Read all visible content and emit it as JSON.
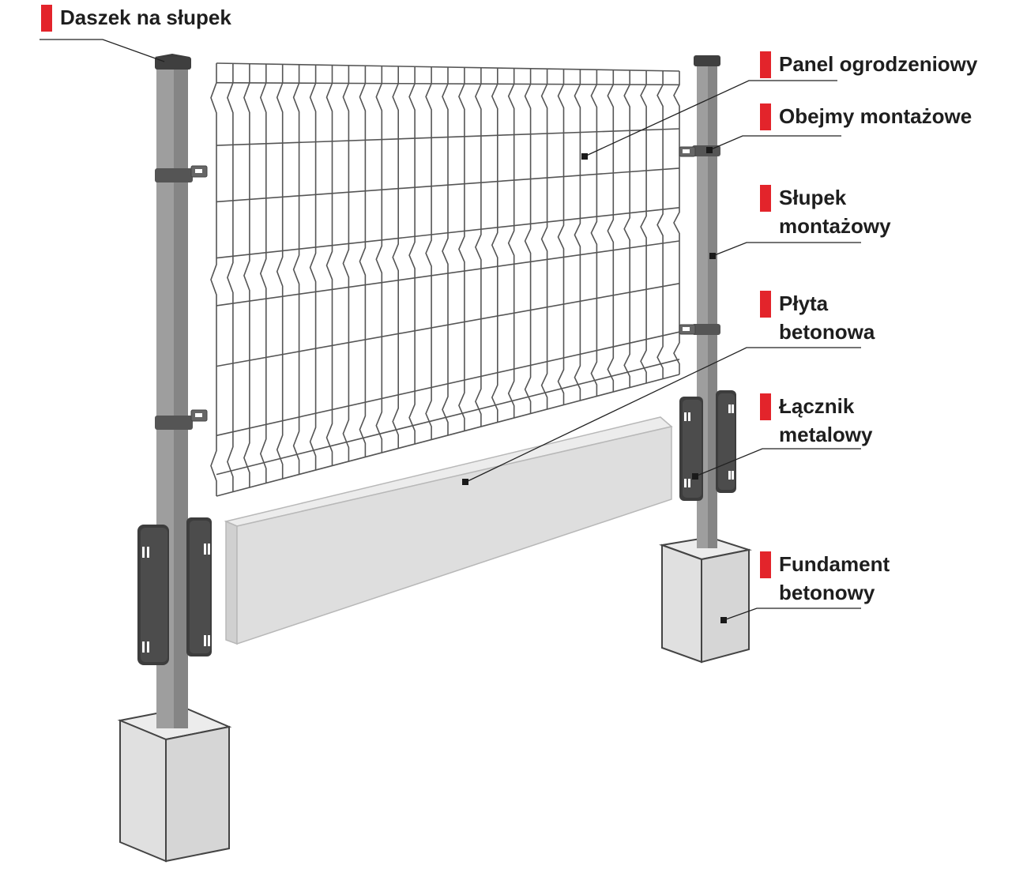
{
  "accent_color": "#e3242b",
  "labels": {
    "cap": {
      "line1": "Daszek na słupek"
    },
    "panel": {
      "line1": "Panel ogrodzeniowy"
    },
    "clamps": {
      "line1": "Obejmy montażowe"
    },
    "post": {
      "line1": "Słupek",
      "line2": "montażowy"
    },
    "plate": {
      "line1": "Płyta",
      "line2": "betonowa"
    },
    "connector": {
      "line1": "Łącznik",
      "line2": "metalowy"
    },
    "foundation": {
      "line1": "Fundament",
      "line2": "betonowy"
    }
  }
}
